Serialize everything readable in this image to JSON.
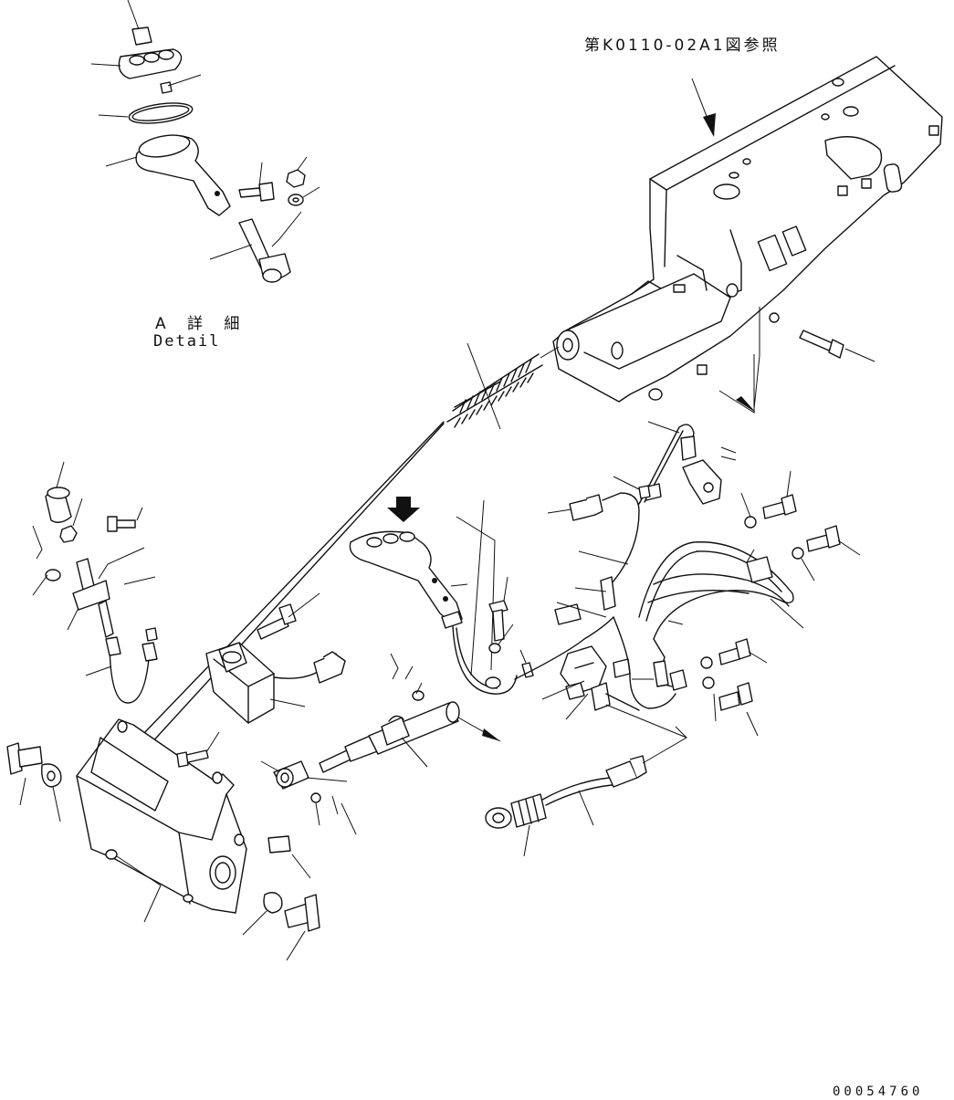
{
  "labels": {
    "reference_note": "第K0110-02A1図参照",
    "detail_ja": "A 詳 細",
    "detail_en": "Detail",
    "part_number": "00054760"
  }
}
